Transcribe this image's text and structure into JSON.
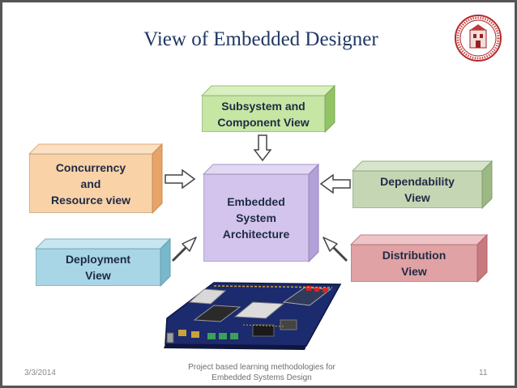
{
  "slide": {
    "title": "View of Embedded Designer",
    "footer": {
      "date": "3/3/2014",
      "caption_line1": "Project based learning methodologies for",
      "caption_line2": "Embedded Systems Design",
      "page_number": "11"
    }
  },
  "boxes": {
    "subsystem": {
      "label": "Subsystem and\nComponent View",
      "color": "#c6e6a4"
    },
    "concurrency": {
      "label": "Concurrency\nand\nResource view",
      "color": "#f9d2a8"
    },
    "architecture": {
      "label": "Embedded\nSystem\nArchitecture",
      "color": "#d2c4ec"
    },
    "dependability": {
      "label": "Dependability\nView",
      "color": "#c5d6b4"
    },
    "deployment": {
      "label": "Deployment\nView",
      "color": "#a8d6e6"
    },
    "distribution": {
      "label": "Distribution\nView",
      "color": "#e0a2a4"
    }
  },
  "icons": {
    "logo": "university-seal-icon",
    "arrows": "outline-block-arrow-icon",
    "board": "fpga-board-icon"
  }
}
